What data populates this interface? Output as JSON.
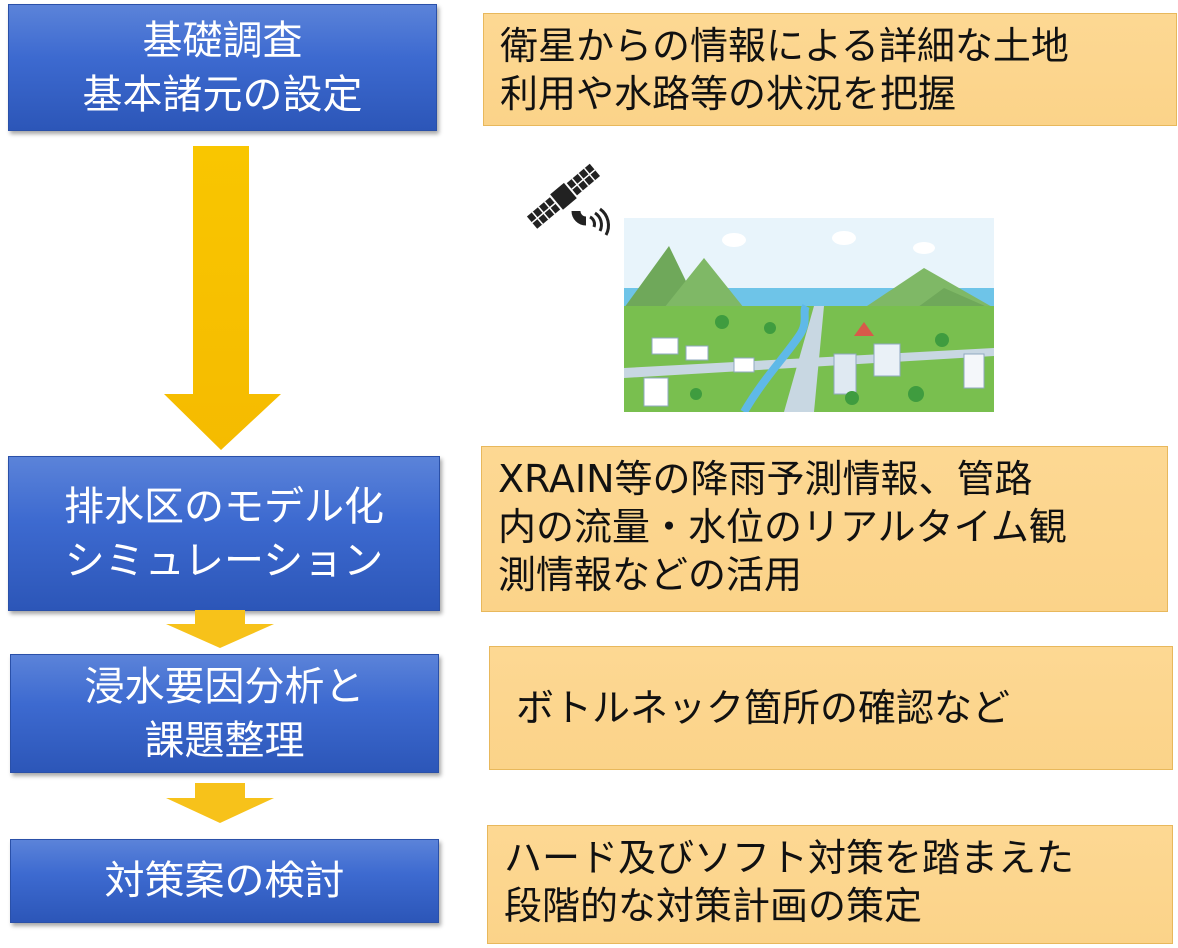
{
  "steps": [
    {
      "lines": [
        "基礎調査",
        "基本諸元の設定"
      ]
    },
    {
      "lines": [
        "排水区のモデル化",
        "シミュレーション"
      ]
    },
    {
      "lines": [
        "浸水要因分析と",
        "課題整理"
      ]
    },
    {
      "lines": [
        "対策案の検討"
      ]
    }
  ],
  "notes": [
    {
      "lines": [
        "衛星からの情報による詳細な土地",
        "利用や水路等の状況を把握"
      ]
    },
    {
      "lines": [
        "XRAIN等の降雨予測情報、管路",
        "内の流量・水位のリアルタイム観",
        "測情報などの活用"
      ]
    },
    {
      "lines": [
        "ボトルネック箇所の確認など"
      ]
    },
    {
      "lines": [
        "ハード及びソフト対策を踏まえた",
        "段階的な対策計画の策定"
      ]
    }
  ],
  "colors": {
    "step_fill": "#3d6ad0",
    "note_fill": "#fcd58d",
    "arrow_fill": "#f7c21a"
  },
  "icons": [
    "satellite-icon",
    "town-landscape-illustration"
  ]
}
